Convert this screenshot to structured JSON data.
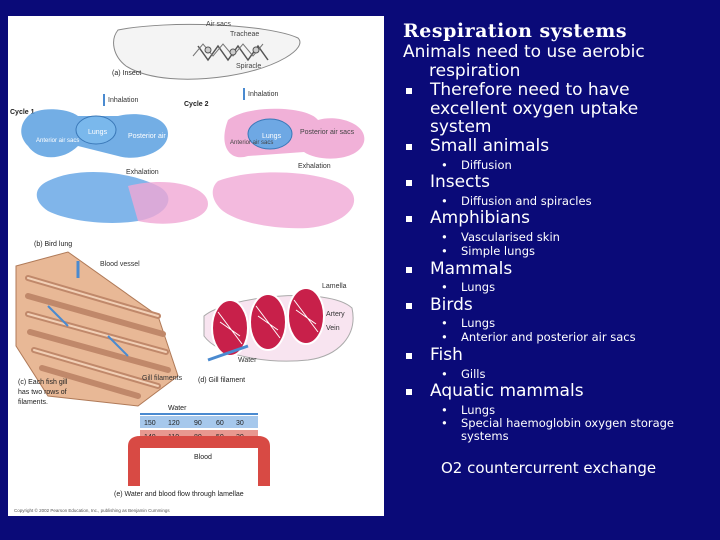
{
  "slide": {
    "title": "Respiration systems",
    "intro": {
      "line1": "Animals need to use aerobic",
      "line2": "respiration"
    },
    "bullets": [
      {
        "text": "Therefore need to have"
      },
      {
        "text": "excellent oxygen uptake"
      },
      {
        "text": "system"
      },
      {
        "text": "Small animals"
      },
      {
        "text": "Insects"
      },
      {
        "text": "Amphibians"
      },
      {
        "text": "Mammals"
      },
      {
        "text": "Birds"
      },
      {
        "text": "Fish"
      },
      {
        "text": "Aquatic mammals"
      }
    ],
    "subs": [
      "Diffusion",
      "Diffusion and spiracles",
      "Vascularised skin",
      "Simple lungs",
      "Lungs",
      "Lungs",
      "Anterior and posterior air sacs",
      "Gills",
      "Lungs",
      "Special haemoglobin oxygen storage",
      "systems"
    ],
    "footer": "O2 countercurrent exchange"
  },
  "figure": {
    "insect": {
      "air_sacs": "Air sacs",
      "tracheae": "Tracheae",
      "spiracle": "Spiracle",
      "caption": "(a) Insect"
    },
    "bird": {
      "cycle1": "Cycle 1",
      "cycle2": "Cycle 2",
      "inhalation1": "Inhalation",
      "inhalation2": "Inhalation",
      "anterior1": "Anterior air sacs",
      "anterior2": "Anterior air sacs",
      "lungs1": "Lungs",
      "lungs2": "Lungs",
      "posterior1": "Posterior air sacs",
      "posterior2": "Posterior air sacs",
      "exhalation1": "Exhalation",
      "exhalation2": "Exhalation",
      "caption": "(b) Bird lung"
    },
    "fish": {
      "blood_vessel": "Blood vessel",
      "lamella": "Lamella",
      "artery": "Artery",
      "vein": "Vein",
      "water1": "Water",
      "caption_c1": "(c) Each fish gill",
      "caption_c2": "has two rows of",
      "caption_c3": "filaments.",
      "gill_filaments": "Gill filaments",
      "caption_d": "(d) Gill filament"
    },
    "flow": {
      "water": "Water",
      "blood": "Blood",
      "water_values": [
        "150",
        "120",
        "90",
        "60",
        "30"
      ],
      "blood_values": [
        "140",
        "110",
        "80",
        "50",
        "20"
      ],
      "caption": "(e) Water and blood flow through lamellae"
    },
    "copyright": "Copyright © 2002 Pearson Education, Inc., publishing as Benjamin Cummings"
  }
}
